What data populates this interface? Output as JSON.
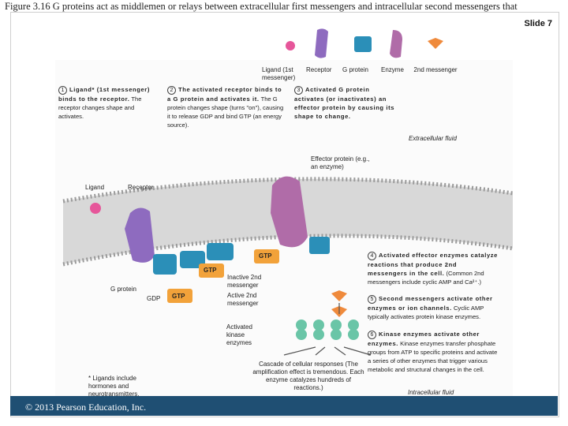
{
  "caption": "Figure 3.16 G proteins act as middlemen or relays between extracellular first messengers and intracellular second messengers that",
  "slide": "Slide 7",
  "legend": {
    "ligand": "Ligand (1st messenger)",
    "receptor": "Receptor",
    "gprotein": "G protein",
    "enzyme": "Enzyme",
    "second_messenger": "2nd messenger"
  },
  "steps": {
    "s1_num": "1",
    "s1_bold": "Ligand* (1st messenger) binds to the receptor.",
    "s1_text": "The receptor changes shape and activates.",
    "s2_num": "2",
    "s2_bold": "The activated receptor binds to a G protein and activates it.",
    "s2_text": "The G protein changes shape (turns \"on\"), causing it to release GDP and bind GTP (an energy source).",
    "s3_num": "3",
    "s3_bold": "Activated G protein activates (or inactivates) an effector protein by causing its shape to change.",
    "s4_num": "4",
    "s4_bold": "Activated effector enzymes catalyze reactions that produce 2nd messengers in the cell.",
    "s4_text": "(Common 2nd messengers include cyclic AMP and Ca²⁺.)",
    "s5_num": "5",
    "s5_bold": "Second messengers activate other enzymes or ion channels.",
    "s5_text": "Cyclic AMP typically activates protein kinase enzymes.",
    "s6_num": "6",
    "s6_bold": "Kinase enzymes activate other enzymes.",
    "s6_text": "Kinase enzymes transfer phosphate groups from ATP to specific proteins and activate a series of other enzymes that trigger various metabolic and structural changes in the cell."
  },
  "labels": {
    "extracellular": "Extracellular fluid",
    "intracellular": "Intracellular fluid",
    "effector": "Effector protein (e.g., an enzyme)",
    "ligand": "Ligand",
    "receptor": "Receptor",
    "gprotein": "G protein",
    "gdp": "GDP",
    "gtp": "GTP",
    "inactive2nd": "Inactive 2nd messenger",
    "active2nd": "Active 2nd messenger",
    "kinase": "Activated kinase enzymes",
    "cascade": "Cascade of cellular responses (The amplification effect is tremendous. Each enzyme catalyzes hundreds of reactions.)",
    "footnote": "* Ligands include hormones and neurotransmitters."
  },
  "copyright": "© 2013 Pearson Education, Inc.",
  "colors": {
    "receptor": "#8e6bbf",
    "gprotein": "#2b8fb8",
    "effector": "#b06ca8",
    "gtp_tag": "#f2a23a",
    "ligand": "#e6569a",
    "second_messenger": "#ef8a3c",
    "kinase": "#6ac5a7",
    "membrane": "#c9c9c9",
    "footer": "#1f4f73"
  }
}
